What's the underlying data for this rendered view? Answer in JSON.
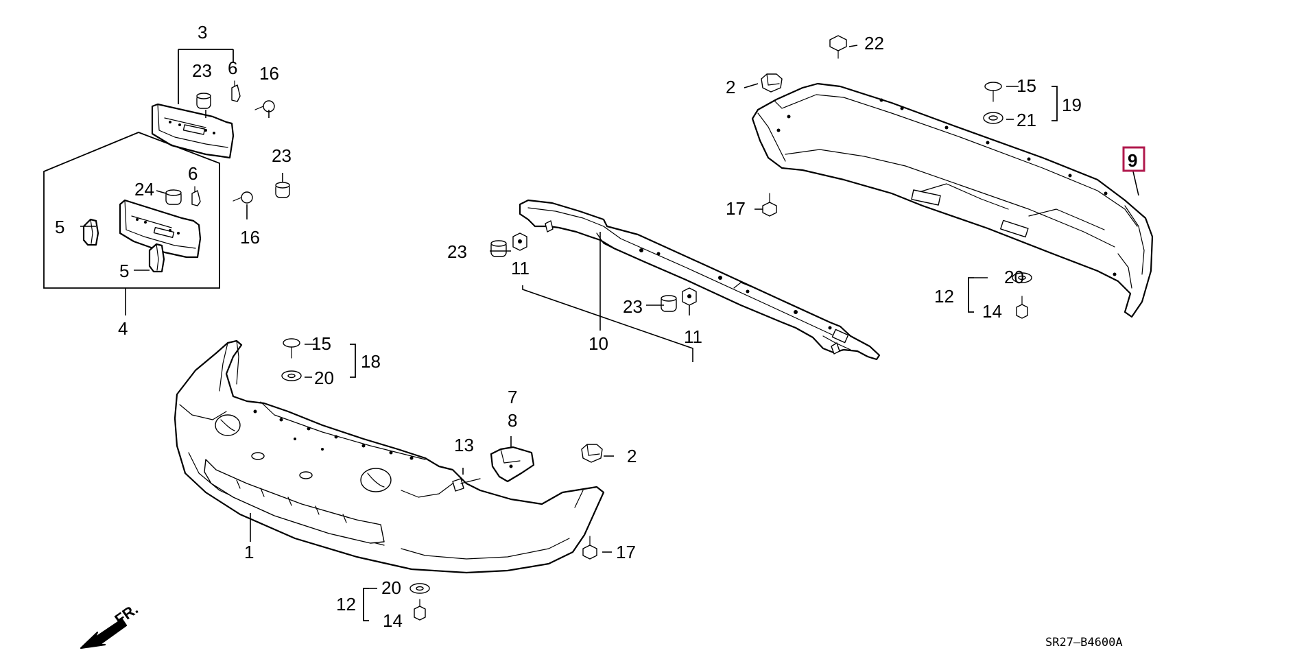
{
  "diagram_code": "SR27–B4600A",
  "direction_label": "FR.",
  "highlight_color": "#b0184c",
  "highlighted_part": "9",
  "parts": {
    "p1": "1",
    "p2a": "2",
    "p2b": "2",
    "p3": "3",
    "p4": "4",
    "p5a": "5",
    "p5b": "5",
    "p6a": "6",
    "p6b": "6",
    "p7": "7",
    "p8": "8",
    "p9": "9",
    "p10": "10",
    "p11a": "11",
    "p11b": "11",
    "p12a": "12",
    "p12b": "12",
    "p13": "13",
    "p14a": "14",
    "p14b": "14",
    "p15a": "15",
    "p15b": "15",
    "p16a": "16",
    "p16b": "16",
    "p17a": "17",
    "p17b": "17",
    "p18": "18",
    "p19": "19",
    "p20a": "20",
    "p20b": "20",
    "p20c": "20",
    "p21": "21",
    "p22": "22",
    "p23a": "23",
    "p23b": "23",
    "p23c": "23",
    "p23d": "23",
    "p24": "24"
  }
}
